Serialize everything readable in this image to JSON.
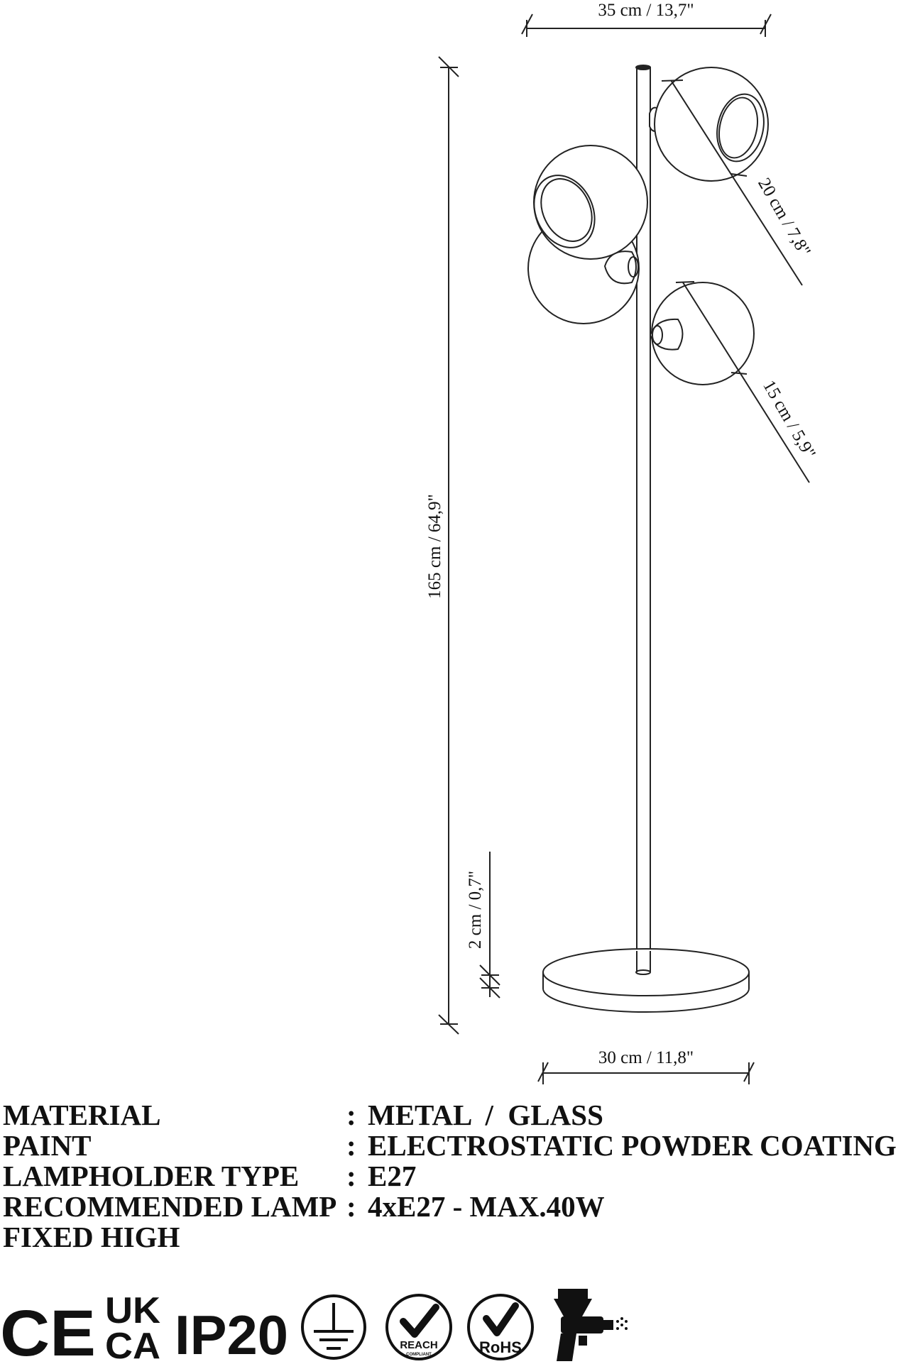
{
  "dimensions": {
    "top_width": "35 cm / 13,7\"",
    "height": "165 cm / 64,9\"",
    "large_globe": "20 cm / 7,8\"",
    "small_globe": "15 cm / 5,9\"",
    "base_thickness": "2 cm / 0,7\"",
    "base_width": "30 cm / 11,8\""
  },
  "specs": [
    {
      "label": "MATERIAL",
      "colon": ":",
      "value": "METAL  /  GLASS"
    },
    {
      "label": "PAINT",
      "colon": ":",
      "value": "ELECTROSTATIC POWDER COATING"
    },
    {
      "label": "LAMPHOLDER TYPE",
      "colon": ":",
      "value": "E27"
    },
    {
      "label": "RECOMMENDED LAMP",
      "colon": ":",
      "value": "4xE27 - MAX.40W"
    },
    {
      "label": "FIXED HIGH",
      "colon": "",
      "value": ""
    }
  ],
  "certifications": {
    "ce": "CE",
    "ukca_top": "UK",
    "ukca_bottom": "CA",
    "ip": "IP20",
    "reach": "REACH",
    "reach_sub": "COMPLIANT",
    "rohs": "RoHS"
  },
  "icons": [
    "ce-mark-icon",
    "ukca-mark-icon",
    "ip20-mark-icon",
    "ground-symbol-icon",
    "reach-compliant-icon",
    "rohs-icon",
    "spray-gun-icon"
  ]
}
